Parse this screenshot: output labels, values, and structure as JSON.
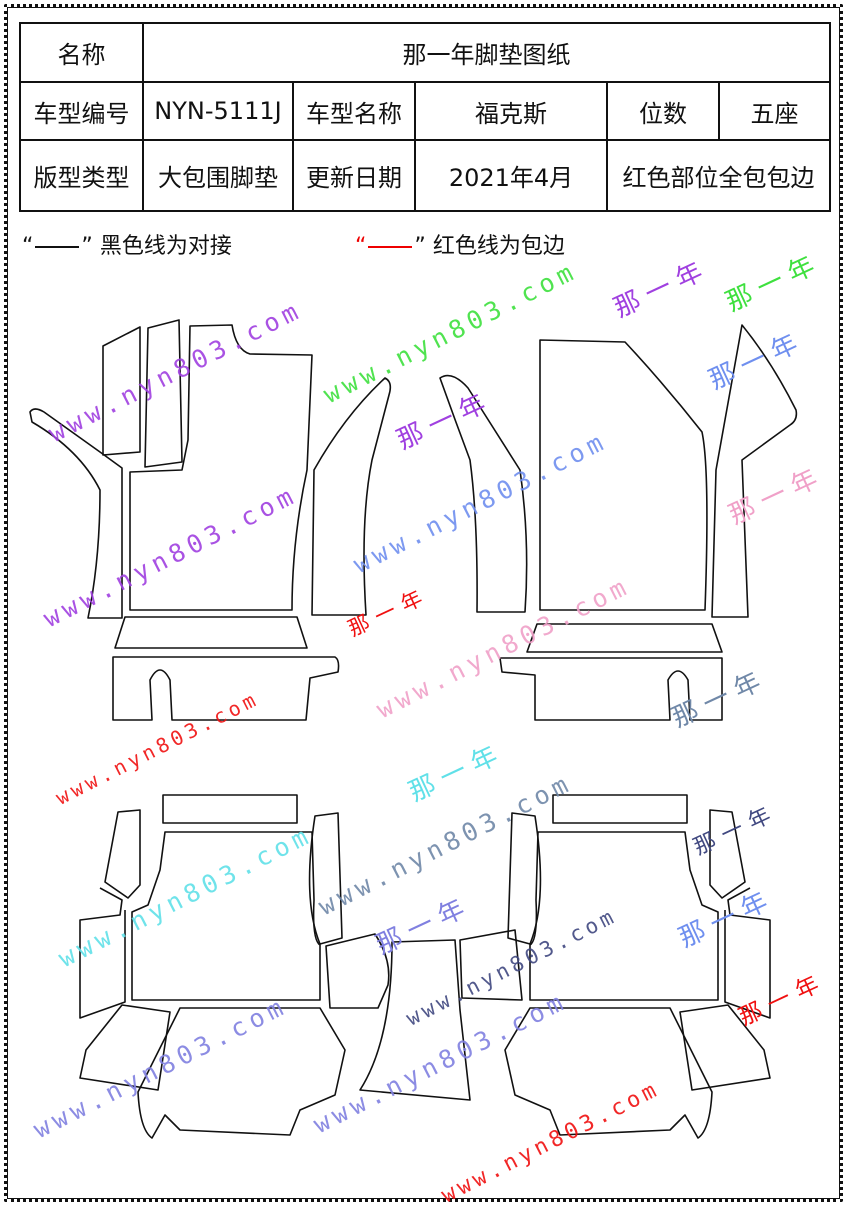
{
  "table": {
    "name_label": "名称",
    "name_value": "那一年脚垫图纸",
    "model_code_label": "车型编号",
    "model_code_value": "NYN-5111J",
    "model_name_label": "车型名称",
    "model_name_value": "福克斯",
    "seats_label": "位数",
    "seats_value": "五座",
    "type_label": "版型类型",
    "type_value": "大包围脚垫",
    "update_label": "更新日期",
    "update_value": "2021年4月",
    "note_value": "红色部位全包包边"
  },
  "legend": {
    "black_open": "“",
    "black_close": "”",
    "black_text": "黑色线为对接",
    "red_open": "“",
    "red_close": "”",
    "red_text": "红色线为包边"
  },
  "watermark": {
    "url": "www.nyn803.com",
    "brand": "那一年",
    "colors": {
      "green": "#3ee03e",
      "purple": "#a040e0",
      "blue": "#6f8fef",
      "pink": "#f0a0c8",
      "red": "#f01010",
      "cyan": "#60e0e8",
      "slate": "#7088a8",
      "navy": "#404880"
    }
  }
}
